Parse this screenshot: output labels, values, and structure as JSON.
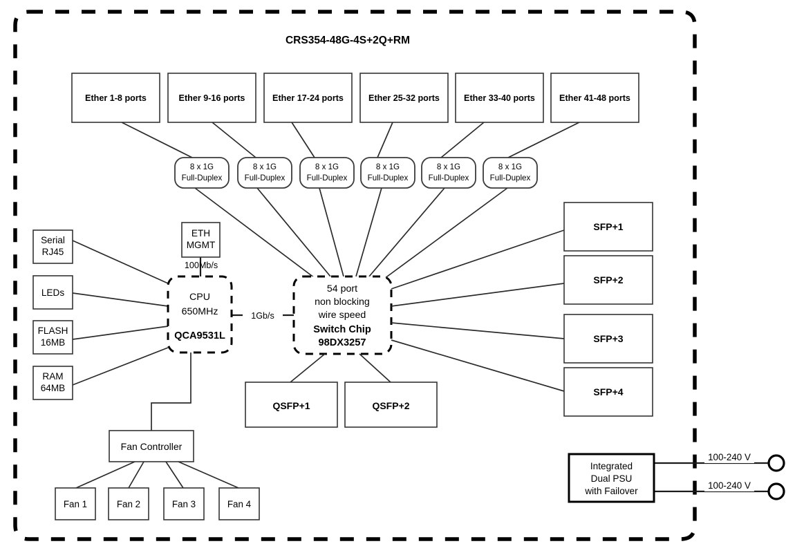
{
  "diagram": {
    "title": "CRS354-48G-4S+2Q+RM",
    "chassis_boundary_style": "dashed-rounded",
    "ether_groups": [
      {
        "label": "Ether 1-8 ports"
      },
      {
        "label": "Ether 9-16 ports"
      },
      {
        "label": "Ether 17-24 ports"
      },
      {
        "label": "Ether 25-32 ports"
      },
      {
        "label": "Ether 33-40 ports"
      },
      {
        "label": "Ether 41-48 ports"
      }
    ],
    "speed_pills": [
      {
        "line1": "8 x 1G",
        "line2": "Full-Duplex"
      },
      {
        "line1": "8 x 1G",
        "line2": "Full-Duplex"
      },
      {
        "line1": "8 x 1G",
        "line2": "Full-Duplex"
      },
      {
        "line1": "8 x 1G",
        "line2": "Full-Duplex"
      },
      {
        "line1": "8 x 1G",
        "line2": "Full-Duplex"
      },
      {
        "line1": "8 x 1G",
        "line2": "Full-Duplex"
      }
    ],
    "peripherals": [
      {
        "line1": "Serial",
        "line2": "RJ45"
      },
      {
        "line1": "LEDs",
        "line2": ""
      },
      {
        "line1": "FLASH",
        "line2": "16MB"
      },
      {
        "line1": "RAM",
        "line2": "64MB"
      }
    ],
    "eth_mgmt": {
      "line1": "ETH",
      "line2": "MGMT",
      "link_speed": "100Mb/s"
    },
    "cpu": {
      "line1": "CPU",
      "line2": "650MHz",
      "line3": "QCA9531L"
    },
    "cpu_switch_link": "1Gb/s",
    "switch_chip": {
      "line1": "54 port",
      "line2": "non blocking",
      "line3": "wire speed",
      "line4": "Switch Chip",
      "line5": "98DX3257"
    },
    "sfp_ports": [
      {
        "label": "SFP+1"
      },
      {
        "label": "SFP+2"
      },
      {
        "label": "SFP+3"
      },
      {
        "label": "SFP+4"
      }
    ],
    "qsfp_ports": [
      {
        "label": "QSFP+1"
      },
      {
        "label": "QSFP+2"
      }
    ],
    "fan_controller": {
      "label": "Fan Controller"
    },
    "fans": [
      {
        "label": "Fan 1"
      },
      {
        "label": "Fan 2"
      },
      {
        "label": "Fan 3"
      },
      {
        "label": "Fan 4"
      }
    ],
    "psu": {
      "line1": "Integrated",
      "line2": "Dual PSU",
      "line3": "with Failover",
      "inputs": [
        {
          "label": "100-240 V"
        },
        {
          "label": "100-240 V"
        }
      ]
    },
    "colors": {
      "line": "#2b2b2b",
      "box_stroke": "#333333",
      "heavy_stroke": "#000000",
      "background": "#ffffff"
    }
  }
}
